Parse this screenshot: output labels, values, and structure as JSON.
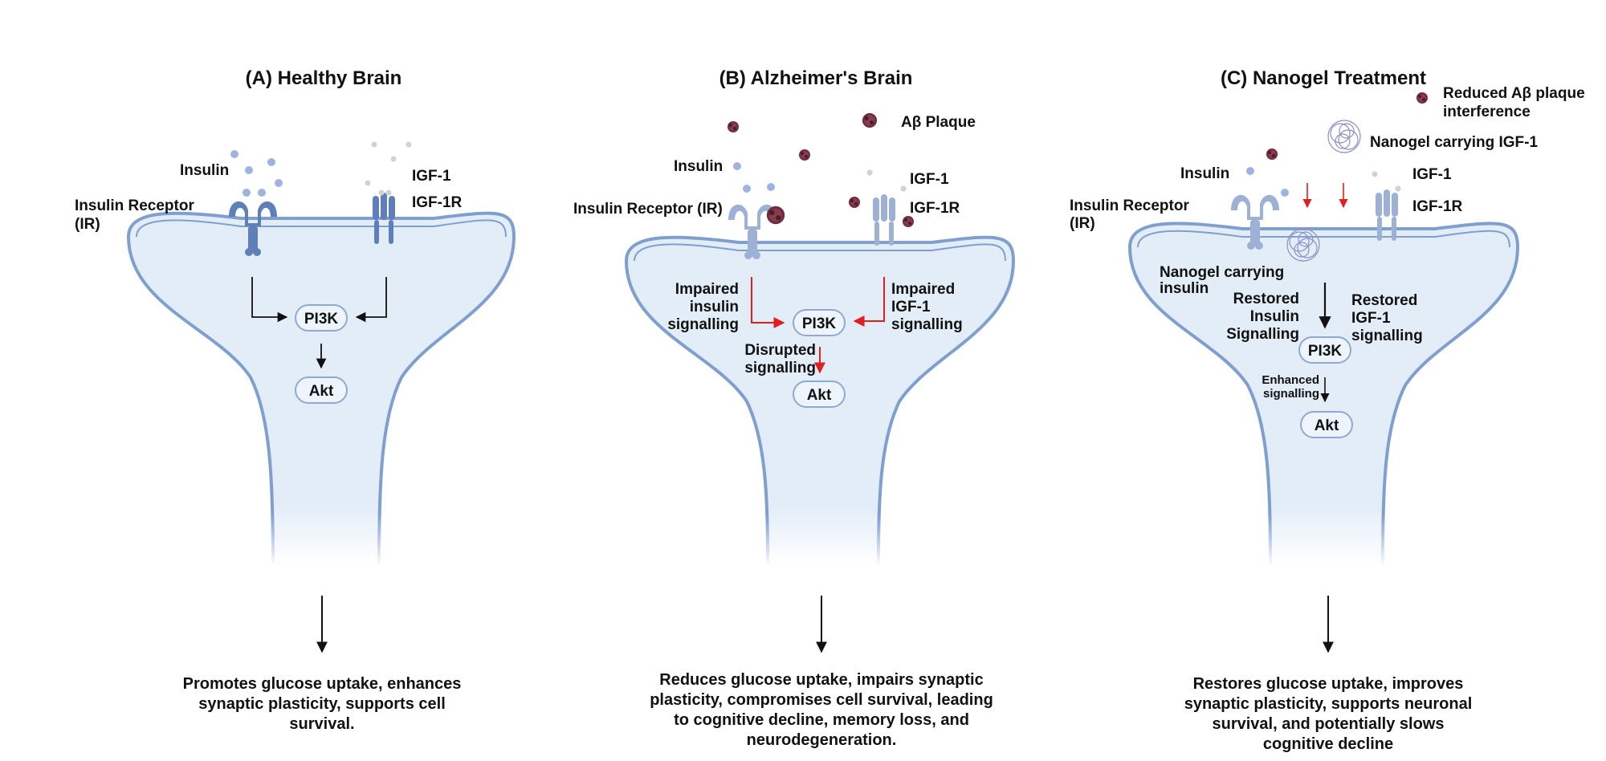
{
  "panels": [
    {
      "title": "(A) Healthy Brain",
      "insulin": "Insulin",
      "receptor": [
        "Insulin Receptor",
        "(IR)"
      ],
      "igf": "IGF-1",
      "igf_receptor": "IGF-1R",
      "pi3k": "PI3K",
      "akt": "Akt",
      "caption": [
        "Promotes glucose uptake, enhances",
        "synaptic plasticity, supports cell",
        "survival."
      ]
    },
    {
      "title": "(B) Alzheimer's Brain",
      "plaque_label": "Aβ Plaque",
      "insulin": "Insulin",
      "receptor": [
        "Insulin Receptor (IR)"
      ],
      "igf": "IGF-1",
      "igf_receptor": "IGF-1R",
      "impaired_insulin": [
        "Impaired",
        "insulin",
        "signalling"
      ],
      "impaired_igf": [
        "Impaired",
        "IGF-1",
        "signalling"
      ],
      "disrupted": [
        "Disrupted",
        "signalling"
      ],
      "pi3k": "PI3K",
      "akt": "Akt",
      "caption": [
        "Reduces glucose uptake, impairs synaptic",
        "plasticity, compromises cell survival, leading",
        "to cognitive decline, memory loss, and",
        "neurodegeneration."
      ]
    },
    {
      "title": "(C) Nanogel Treatment",
      "legend_plaque": [
        "Reduced Aβ plaque",
        "interference"
      ],
      "legend_nanogel": "Nanogel carrying IGF-1",
      "insulin": "Insulin",
      "receptor": [
        "Insulin Receptor",
        "(IR)"
      ],
      "igf": "IGF-1",
      "igf_receptor": "IGF-1R",
      "nanogel_insulin": [
        "Nanogel carrying",
        "insulin"
      ],
      "restored_insulin": [
        "Restored",
        "Insulin",
        "Signalling"
      ],
      "restored_igf": [
        "Restored",
        "IGF-1",
        "signalling"
      ],
      "enhanced": [
        "Enhanced",
        "signalling"
      ],
      "pi3k": "PI3K",
      "akt": "Akt",
      "caption": [
        "Restores glucose uptake, improves",
        "synaptic plasticity, supports neuronal",
        "survival, and potentially slows",
        "cognitive decline"
      ]
    }
  ],
  "colors": {
    "cell_fill": "#e3edf8",
    "cell_stroke": "#7f9fcf",
    "receptor": "#5f7fb8",
    "receptor_light": "#9db1d6",
    "insulin_dot": "#9fb3e0",
    "igf_dot": "#d2d2d2",
    "plaque": "#6e2e3e",
    "impaired_arrow": "#e02020",
    "arrow": "#111111"
  }
}
